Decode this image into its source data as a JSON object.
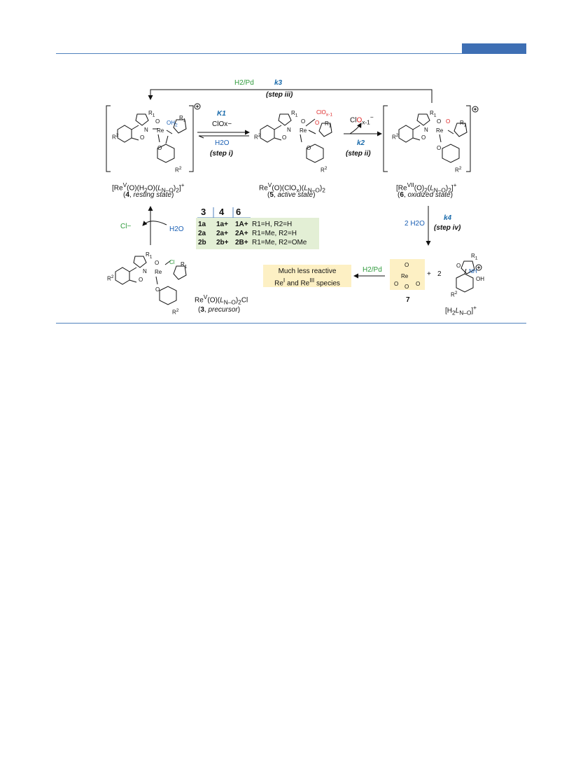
{
  "labels": {
    "top_reagent": "H2/Pd",
    "k3": "k3",
    "step_iii": "(step iii)",
    "k1": "K1",
    "clox": "ClOx−",
    "h2o_i": "H2O",
    "step_i": "(step i)",
    "clox1_out": "ClOx-1−",
    "k2": "k2",
    "step_ii": "(step ii)",
    "k4": "k4",
    "two_h2o": "2 H2O",
    "step_iv": "(step iv)",
    "cl_minus": "Cl−",
    "h2o_left": "H2O",
    "h2pd_bottom": "H2/Pd",
    "plus": "+",
    "two": "2",
    "seven": "7"
  },
  "compounds": {
    "c4_formula": "[ReV(O)(H2O)(LN–O)2]+",
    "c4_name": "(4, resting state)",
    "c5_formula": "ReV(O)(ClOx)(LN–O)2",
    "c5_name": "(5, active state)",
    "c6_formula": "[ReVII(O)2(LN–O)2]+",
    "c6_name": "(6, oxidized state)",
    "c3_formula": "ReV(O)(LN–O)2Cl",
    "c3_name": "(3, precursor)",
    "ligand": "[H2LN–O]+"
  },
  "less_reactive": {
    "line1": "Much less reactive",
    "line2": "ReI and ReIII species"
  },
  "table": {
    "headers": [
      "3",
      "4",
      "6"
    ],
    "rows": [
      {
        "c3": "1a",
        "c4": "1a+",
        "c6": "1A+",
        "sub": "R1=H, R2=H"
      },
      {
        "c3": "2a",
        "c4": "2a+",
        "c6": "2A+",
        "sub": "R1=Me, R2=H"
      },
      {
        "c3": "2b",
        "c4": "2b+",
        "c6": "2B+",
        "sub": "R1=Me, R2=OMe"
      }
    ]
  },
  "colors": {
    "accent_blue": "#1769aa",
    "green": "#2e9a3b",
    "red": "#d22222",
    "table_bg": "#e3efd5",
    "box_bg": "#fdf0c4"
  }
}
